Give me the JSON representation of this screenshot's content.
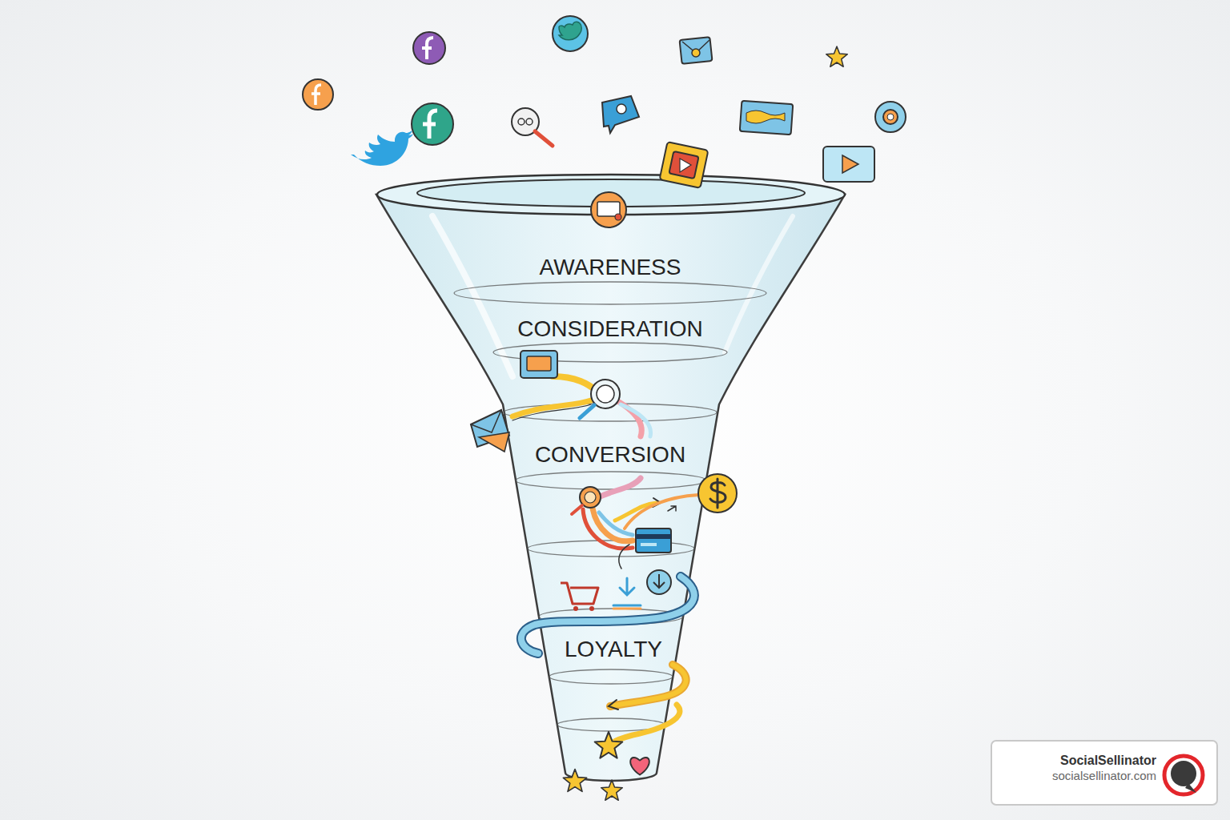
{
  "diagram": {
    "nodes": [
      {
        "text": [
          "AWARENESS"
        ]
      },
      {
        "text": [
          "CONSIDERATION"
        ]
      },
      {
        "text": [
          "CONVERSION"
        ]
      },
      {
        "text": [
          "LOYALTY"
        ]
      },
      {
        "text": [
          "SocialSellinator",
          "socialsellinator.com"
        ]
      }
    ]
  }
}
